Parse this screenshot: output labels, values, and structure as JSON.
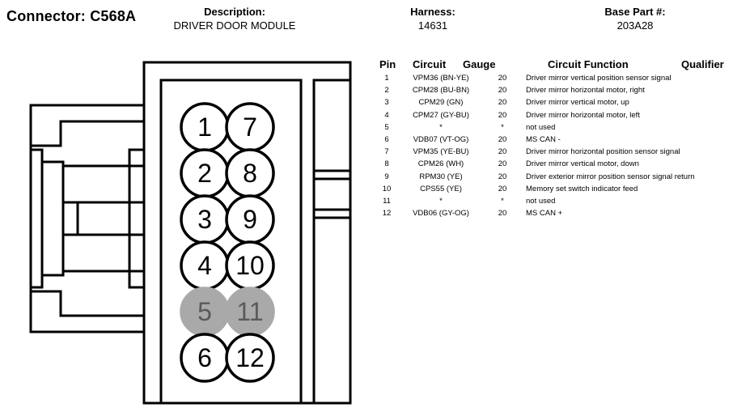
{
  "header": {
    "connector_title": "Connector: C568A",
    "description_label": "Description:",
    "description_value": "DRIVER DOOR MODULE",
    "harness_label": "Harness:",
    "harness_value": "14631",
    "base_part_label": "Base Part #:",
    "base_part_value": "203A28"
  },
  "table": {
    "columns": {
      "pin": "Pin",
      "circuit": "Circuit",
      "gauge": "Gauge",
      "function": "Circuit Function",
      "qualifier": "Qualifier"
    },
    "rows": [
      {
        "pin": "1",
        "circuit": "VPM36 (BN-YE)",
        "gauge": "20",
        "function": "Driver mirror vertical position sensor signal"
      },
      {
        "pin": "2",
        "circuit": "CPM28 (BU-BN)",
        "gauge": "20",
        "function": "Driver mirror horizontal motor, right"
      },
      {
        "pin": "3",
        "circuit": "CPM29 (GN)",
        "gauge": "20",
        "function": "Driver mirror vertical motor, up"
      },
      {
        "pin": "4",
        "circuit": "CPM27 (GY-BU)",
        "gauge": "20",
        "function": "Driver mirror horizontal motor, left"
      },
      {
        "pin": "5",
        "circuit": "*",
        "gauge": "*",
        "function": "not used"
      },
      {
        "pin": "6",
        "circuit": "VDB07 (VT-OG)",
        "gauge": "20",
        "function": "MS CAN -"
      },
      {
        "pin": "7",
        "circuit": "VPM35 (YE-BU)",
        "gauge": "20",
        "function": "Driver mirror horizontal position sensor signal"
      },
      {
        "pin": "8",
        "circuit": "CPM26 (WH)",
        "gauge": "20",
        "function": "Driver mirror vertical motor, down"
      },
      {
        "pin": "9",
        "circuit": "RPM30 (YE)",
        "gauge": "20",
        "function": "Driver exterior mirror position sensor signal return"
      },
      {
        "pin": "10",
        "circuit": "CPS55 (YE)",
        "gauge": "20",
        "function": "Memory set switch indicator feed"
      },
      {
        "pin": "11",
        "circuit": "*",
        "gauge": "*",
        "function": "not used"
      },
      {
        "pin": "12",
        "circuit": "VDB06 (GY-OG)",
        "gauge": "20",
        "function": "MS CAN +"
      }
    ]
  },
  "connector": {
    "pins": [
      {
        "label": "1",
        "used": true
      },
      {
        "label": "2",
        "used": true
      },
      {
        "label": "3",
        "used": true
      },
      {
        "label": "4",
        "used": true
      },
      {
        "label": "5",
        "used": false
      },
      {
        "label": "6",
        "used": true
      },
      {
        "label": "7",
        "used": true
      },
      {
        "label": "8",
        "used": true
      },
      {
        "label": "9",
        "used": true
      },
      {
        "label": "10",
        "used": true
      },
      {
        "label": "11",
        "used": false
      },
      {
        "label": "12",
        "used": true
      }
    ],
    "colors": {
      "used_fill": "#ffffff",
      "unused_fill": "#a9a9a9",
      "unused_text": "#5a5a5a",
      "outline": "#000000"
    }
  }
}
